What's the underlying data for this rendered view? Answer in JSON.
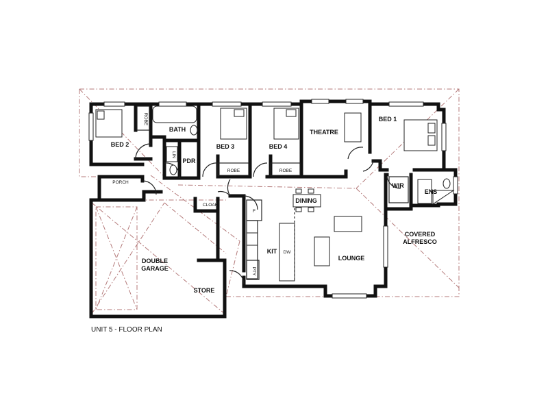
{
  "plan": {
    "caption": "UNIT 5 - FLOOR PLAN",
    "rooms": {
      "bed2": "BED 2",
      "robe_bed2": "ROBE",
      "bath": "BATH",
      "lin": "LIN",
      "pdr": "PDR",
      "bed3": "BED 3",
      "robe_bed3": "ROBE",
      "bed4": "BED 4",
      "robe_bed4": "ROBE",
      "theatre": "THEATRE",
      "bed1": "BED 1",
      "wir": "WIR",
      "ens": "ENS",
      "porch": "PORCH",
      "cloak": "CLOAK",
      "dining": "DINING",
      "fridge": "F",
      "kit": "KIT",
      "dw": "DW",
      "pty": "PTY",
      "lounge": "LOUNGE",
      "covered_alfresco_1": "COVERED",
      "covered_alfresco_2": "ALFRESCO",
      "double_garage_1": "DOUBLE",
      "double_garage_2": "GARAGE",
      "store": "STORE"
    }
  }
}
